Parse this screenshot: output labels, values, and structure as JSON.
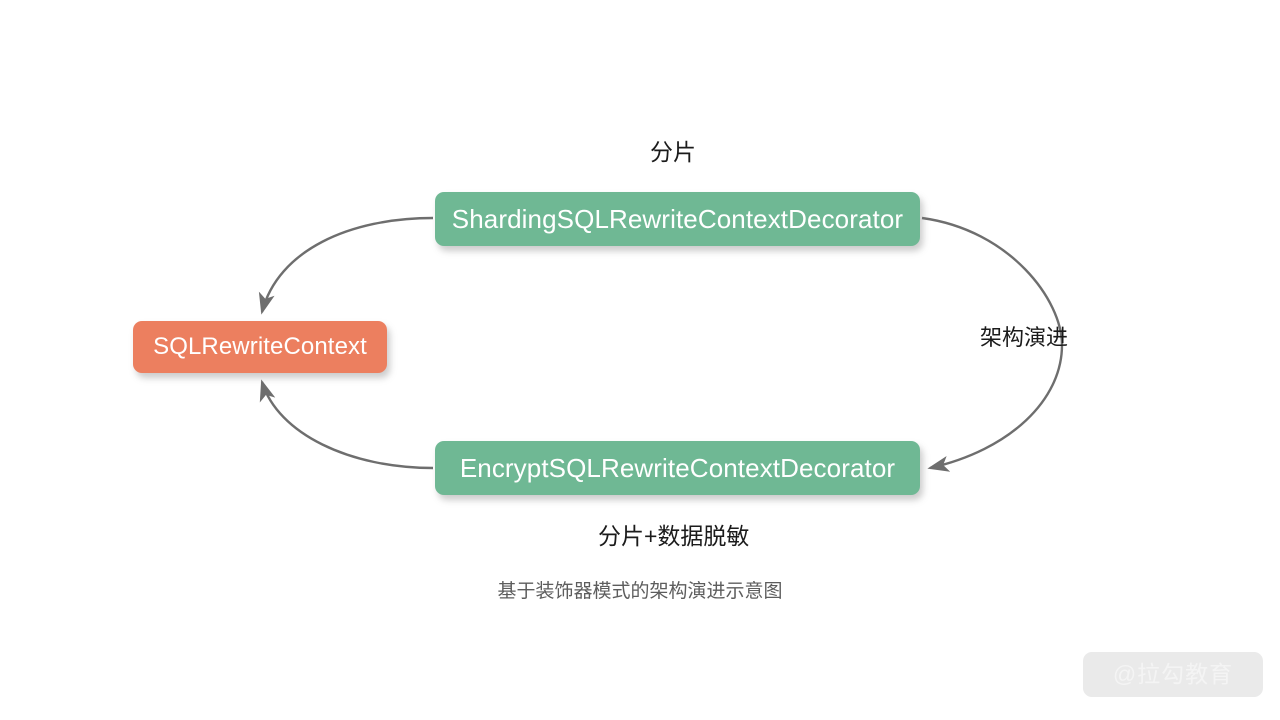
{
  "diagram": {
    "caption": "基于装饰器模式的架构演进示意图",
    "nodes": [
      {
        "id": "sharding-decorator",
        "label": "ShardingSQLRewriteContextDecorator",
        "color": "#6fb894",
        "shape": "rounded-rect"
      },
      {
        "id": "sql-rewrite-context",
        "label": "SQLRewriteContext",
        "color": "#ec7f5f",
        "shape": "rounded-rect"
      },
      {
        "id": "encrypt-decorator",
        "label": "EncryptSQLRewriteContextDecorator",
        "color": "#6fb894",
        "shape": "rounded-rect"
      }
    ],
    "edges": [
      {
        "id": "edge-sharding-to-context",
        "from": "sharding-decorator",
        "to": "sql-rewrite-context",
        "label": "分片",
        "color": "#6e6e6e"
      },
      {
        "id": "edge-encrypt-to-context",
        "from": "encrypt-decorator",
        "to": "sql-rewrite-context",
        "label": "分片+数据脱敏",
        "color": "#6e6e6e"
      },
      {
        "id": "edge-sharding-to-encrypt",
        "from": "sharding-decorator",
        "to": "encrypt-decorator",
        "label": "架构演进",
        "color": "#6e6e6e"
      }
    ]
  },
  "watermark": {
    "text": "@拉勾教育",
    "background": "#eaeaea",
    "text_color": "#f4f4f4"
  }
}
